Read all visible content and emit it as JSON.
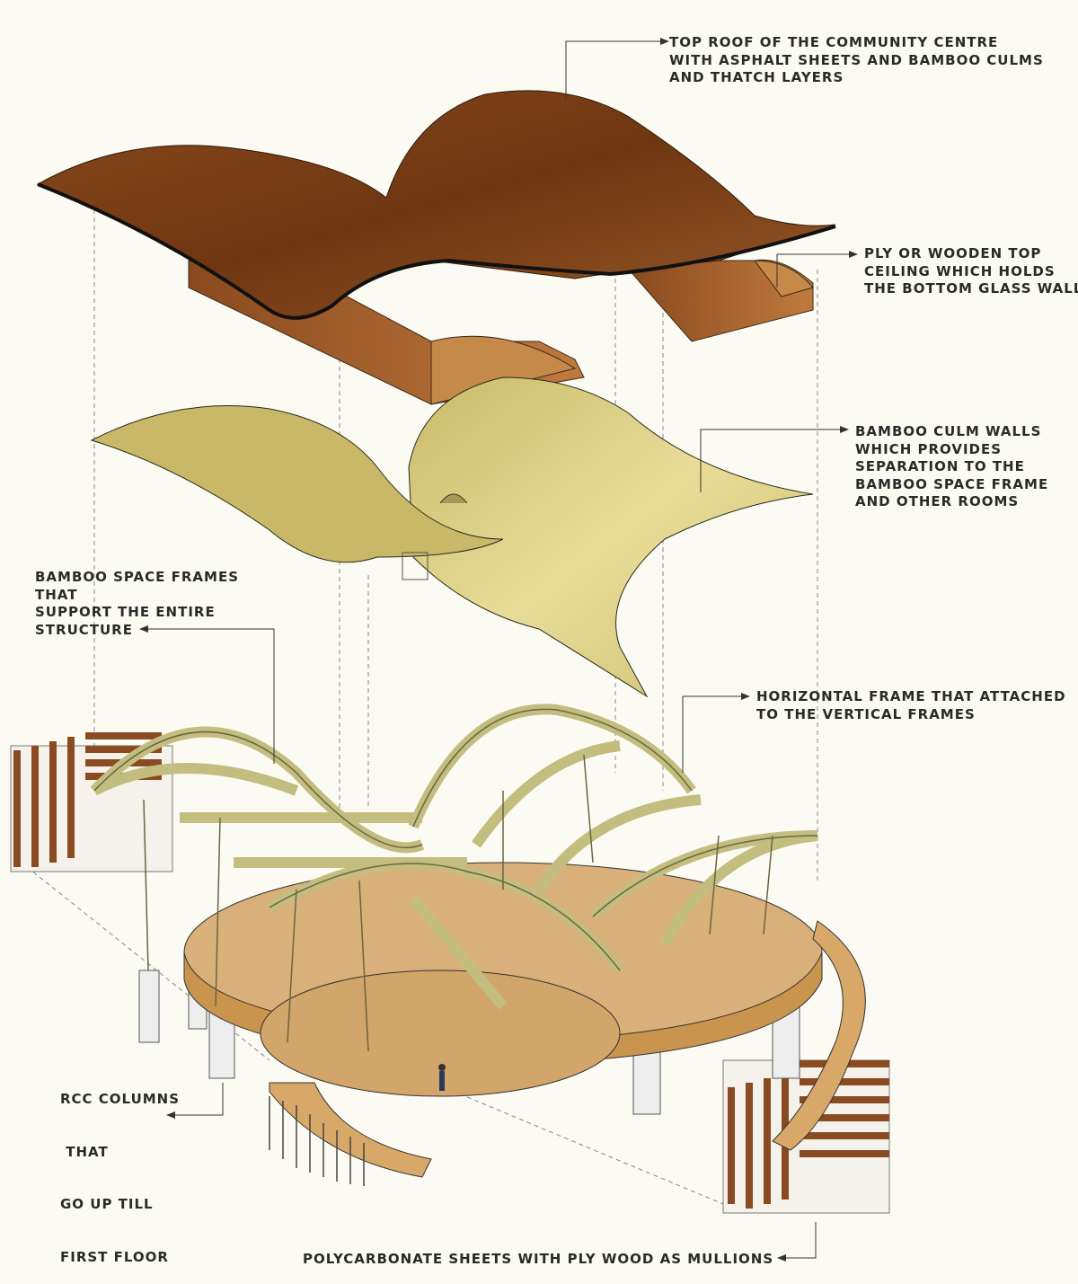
{
  "labels": {
    "roof": [
      "TOP ROOF OF THE COMMUNITY CENTRE",
      "WITH ASPHALT SHEETS AND BAMBOO CULMS",
      "AND THATCH LAYERS"
    ],
    "ceiling": [
      "PLY OR WOODEN TOP",
      "CEILING WHICH HOLDS",
      "THE BOTTOM GLASS WALL"
    ],
    "culm_walls": [
      "BAMBOO CULM WALLS",
      "WHICH PROVIDES",
      "SEPARATION TO THE",
      "BAMBOO SPACE FRAME",
      "AND OTHER ROOMS"
    ],
    "space_frames": [
      "BAMBOO SPACE FRAMES",
      "THAT",
      "SUPPORT THE ENTIRE",
      "STRUCTURE"
    ],
    "horizontal_frame": [
      "HORIZONTAL FRAME THAT ATTACHED",
      "TO THE VERTICAL FRAMES"
    ],
    "rcc_columns": [
      "RCC COLUMNS",
      " THAT",
      "GO UP TILL",
      "FIRST FLOOR"
    ],
    "polycarbonate": "POLYCARBONATE SHEETS WITH PLY WOOD AS MULLIONS"
  },
  "colors": {
    "roof": "#7a3e17",
    "ceiling": "#a8632c",
    "walls": "#d8cc82",
    "frame": "#e6e0b0",
    "floor": "#d9b07a"
  }
}
